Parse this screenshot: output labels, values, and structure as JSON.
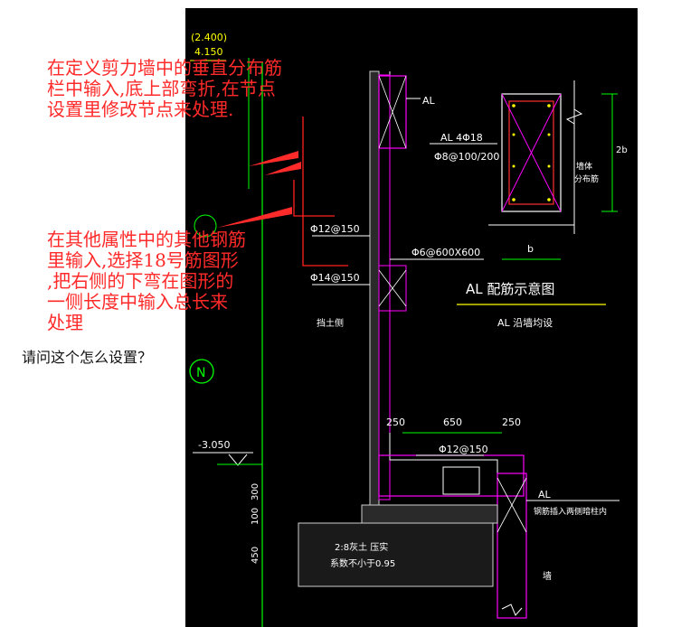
{
  "annotations": {
    "top": "在定义剪力墙中的垂直分布筋\n栏中输入,底上部弯折,在节点\n设置里修改节点来处理.",
    "middle": "在其他属性中的其他钢筋\n里输入,选择18号筋图形\n,把右侧的下弯在图形的\n一侧长度中输入总长来\n处理"
  },
  "question": "请问这个怎么设置？",
  "drawing": {
    "elevation_top_1": "(2.400)",
    "elevation_top_2": "4.150",
    "elevation_bottom": "-3.050",
    "label_al_top": "AL",
    "label_al_bottom": "AL",
    "beam_main_bars": "AL 4Φ18",
    "beam_stirrup": "Φ8@100/200",
    "wall_bar_vertical": "Φ12@150",
    "wall_bar_horizontal": "Φ14@150",
    "tie_bar": "Φ6@600X600",
    "base_bar": "Φ12@150",
    "section_title": "AL 配筋示意图",
    "section_subtitle": "AL 沿墙均设",
    "dim_b": "b",
    "dim_2b": "2b",
    "dim_250_left": "250",
    "dim_650": "650",
    "dim_250_right": "250",
    "dim_300": "300",
    "dim_100": "100",
    "dim_450": "450",
    "fill_note_1": "2:8灰土 压实",
    "fill_note_2": "系数不小于0.95",
    "wall_side_label": "挡土侧",
    "axis_label": "N",
    "right_note": "钢筋插入两侧暗柱内",
    "section_side_label_1": "墙体",
    "section_side_label_2": "分布筋",
    "bottom_right_label": "墙",
    "colors": {
      "annotation_red": "#ff2a2a",
      "cad_background": "#000000",
      "cad_green": "#00ff00",
      "cad_magenta": "#ff00ff",
      "cad_white": "#ffffff",
      "cad_yellow": "#ffff00",
      "cad_red": "#ff3030"
    }
  }
}
